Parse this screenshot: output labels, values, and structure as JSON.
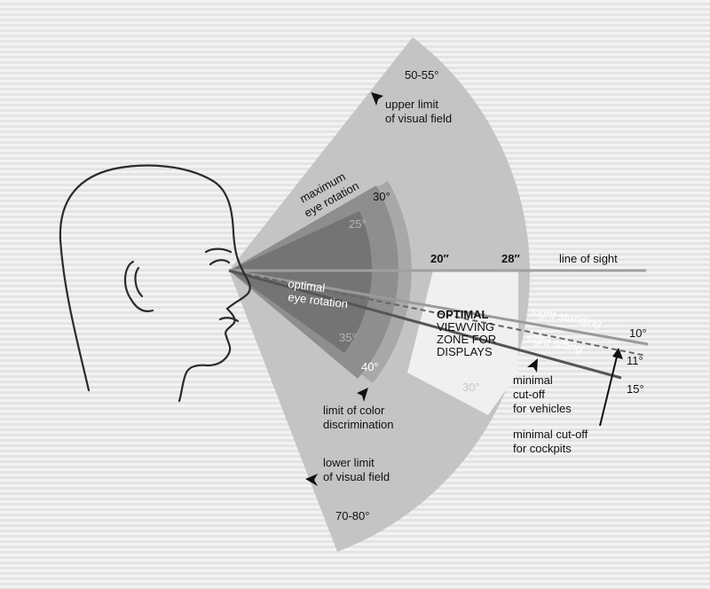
{
  "diagram": {
    "upper_limit_angle": "50-55°",
    "upper_limit_label": [
      "upper limit",
      "of visual field"
    ],
    "max_rotation_label": [
      "maximum",
      "eye rotation"
    ],
    "angle_30": "30°",
    "angle_25": "25°",
    "optimal_rotation_label": [
      "optimal",
      "eye rotation"
    ],
    "angle_35": "35°",
    "angle_40": "40°",
    "color_limit_label": [
      "limit of color",
      "discrimination"
    ],
    "lower_limit_label": [
      "lower limit",
      "of visual field"
    ],
    "lower_limit_angle": "70-80°",
    "distance_20": "20″",
    "distance_28": "28″",
    "line_of_sight": "line of sight",
    "zone_label": [
      "OPTIMAL",
      "VIEWVING",
      "ZONE FOR",
      "DISPLAYS"
    ],
    "zone_angle": "30°",
    "sight_standing": "sight standing",
    "sight_sitting": "sight sitting",
    "angle_10": "10°",
    "angle_11": "11°",
    "angle_15": "15°",
    "vehicles_label": [
      "minimal",
      "cut-off",
      "for vehicles"
    ],
    "cockpits_label": [
      "minimal cut-off",
      "for cockpits"
    ]
  },
  "colors": {
    "outer_field": "#c4c4c4",
    "inner_field": "#a8a8a8",
    "max_rotation": "#8d8d8d",
    "optimal_rotation": "#727272",
    "zone": "#f0f0f0",
    "line_of_sight": "#a0a0a0",
    "head_stroke": "#2b2b2b"
  }
}
